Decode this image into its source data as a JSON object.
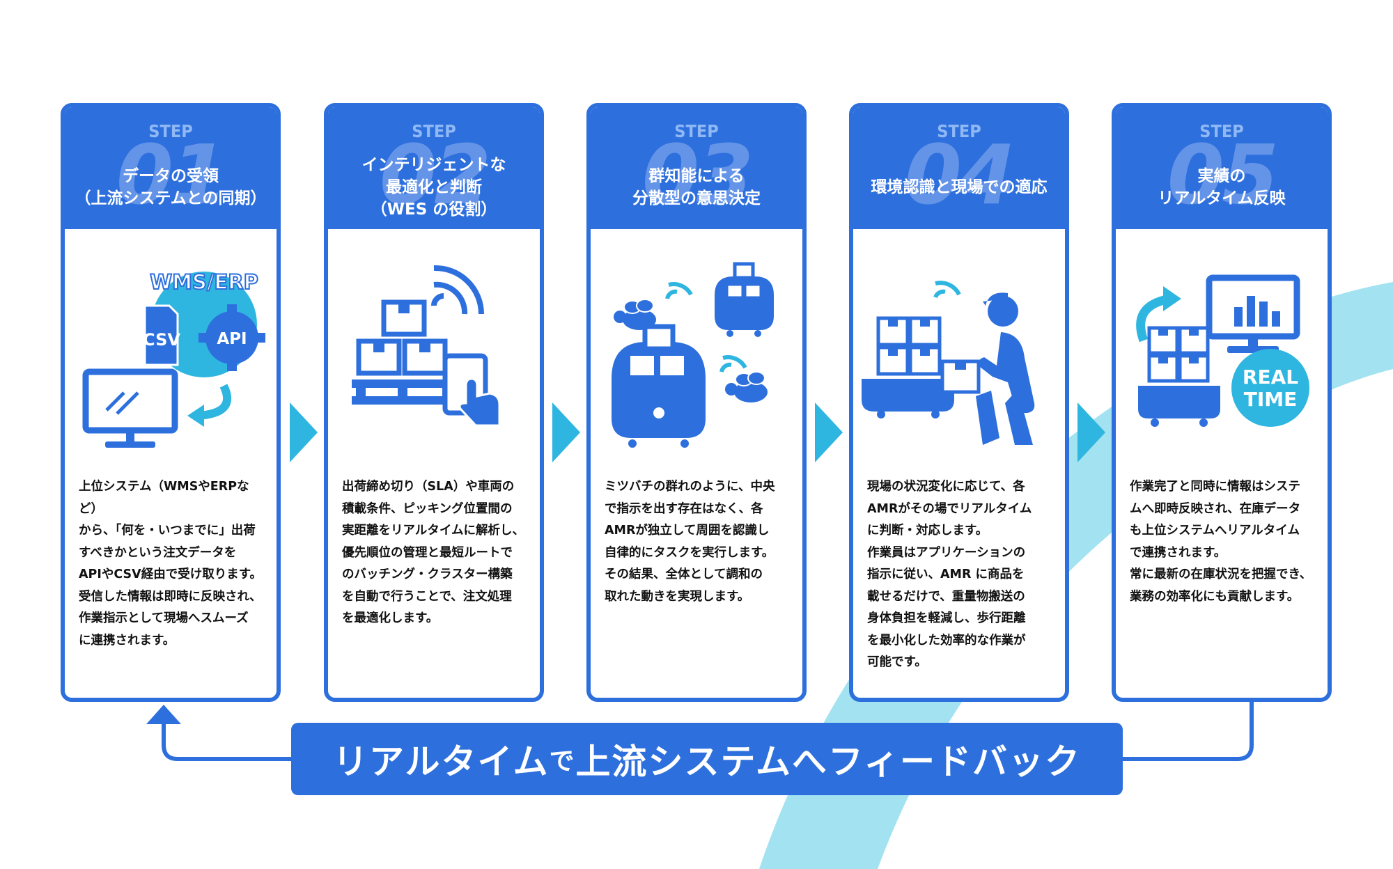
{
  "colors": {
    "primary": "#2d6fdc",
    "accent": "#2fb6e0",
    "light_cyan": "#a3e2f1"
  },
  "steps": [
    {
      "step_label": "STEP",
      "number": "01",
      "title": [
        "データの受領",
        "（上流システムとの同期）"
      ],
      "icon": "wms-erp-sync-icon",
      "icon_labels": {
        "wms": "WMS/ERP",
        "csv": "CSV",
        "api": "API"
      },
      "body": "上位システム（WMSやERPなど）\nから、「何を・いつまでに」出荷\nすべきかという注文データを\nAPIやCSV経由で受け取ります。\n受信した情報は即時に反映され、\n作業指示として現場へスムーズ\nに連携されます。"
    },
    {
      "step_label": "STEP",
      "number": "02",
      "title": [
        "インテリジェントな",
        "最適化と判断",
        "（WES の役割）"
      ],
      "icon": "boxes-tablet-icon",
      "body": "出荷締め切り（SLA）や車両の\n積載条件、ピッキング位置間の\n実距離をリアルタイムに解析し、\n優先順位の管理と最短ルートで\nのバッチング・クラスター構築\nを自動で行うことで、注文処理\nを最適化します。"
    },
    {
      "step_label": "STEP",
      "number": "03",
      "title": [
        "群知能による",
        "分散型の意思決定"
      ],
      "icon": "bee-robot-swarm-icon",
      "body": "ミツバチの群れのように、中央\nで指示を出す存在はなく、各\nAMRが独立して周囲を認識し\n自律的にタスクを実行します。\nその結果、全体として調和の\n取れた動きを実現します。"
    },
    {
      "step_label": "STEP",
      "number": "04",
      "title": [
        "環境認識と現場での適応"
      ],
      "icon": "worker-amr-icon",
      "body": "現場の状況変化に応じて、各\nAMRがその場でリアルタイム\nに判断・対応します。\n作業員はアプリケーションの\n指示に従い、AMR に商品を\n載せるだけで、重量物搬送の\n身体負担を軽減し、歩行距離\nを最小化した効率的な作業が\n可能です。"
    },
    {
      "step_label": "STEP",
      "number": "05",
      "title": [
        "実績の",
        "リアルタイム反映"
      ],
      "icon": "realtime-dashboard-icon",
      "icon_labels": {
        "real": "REAL",
        "time": "TIME"
      },
      "body": "作業完了と同時に情報はシステ\nムへ即時反映され、在庫データ\nも上位システムへリアルタイム\nで連携されます。\n常に最新の在庫状況を把握でき、\n業務の効率化にも貢献します。"
    }
  ],
  "feedback": {
    "part1": "リアルタイム",
    "part2": "で",
    "part3": "上流システムへフィードバック"
  }
}
